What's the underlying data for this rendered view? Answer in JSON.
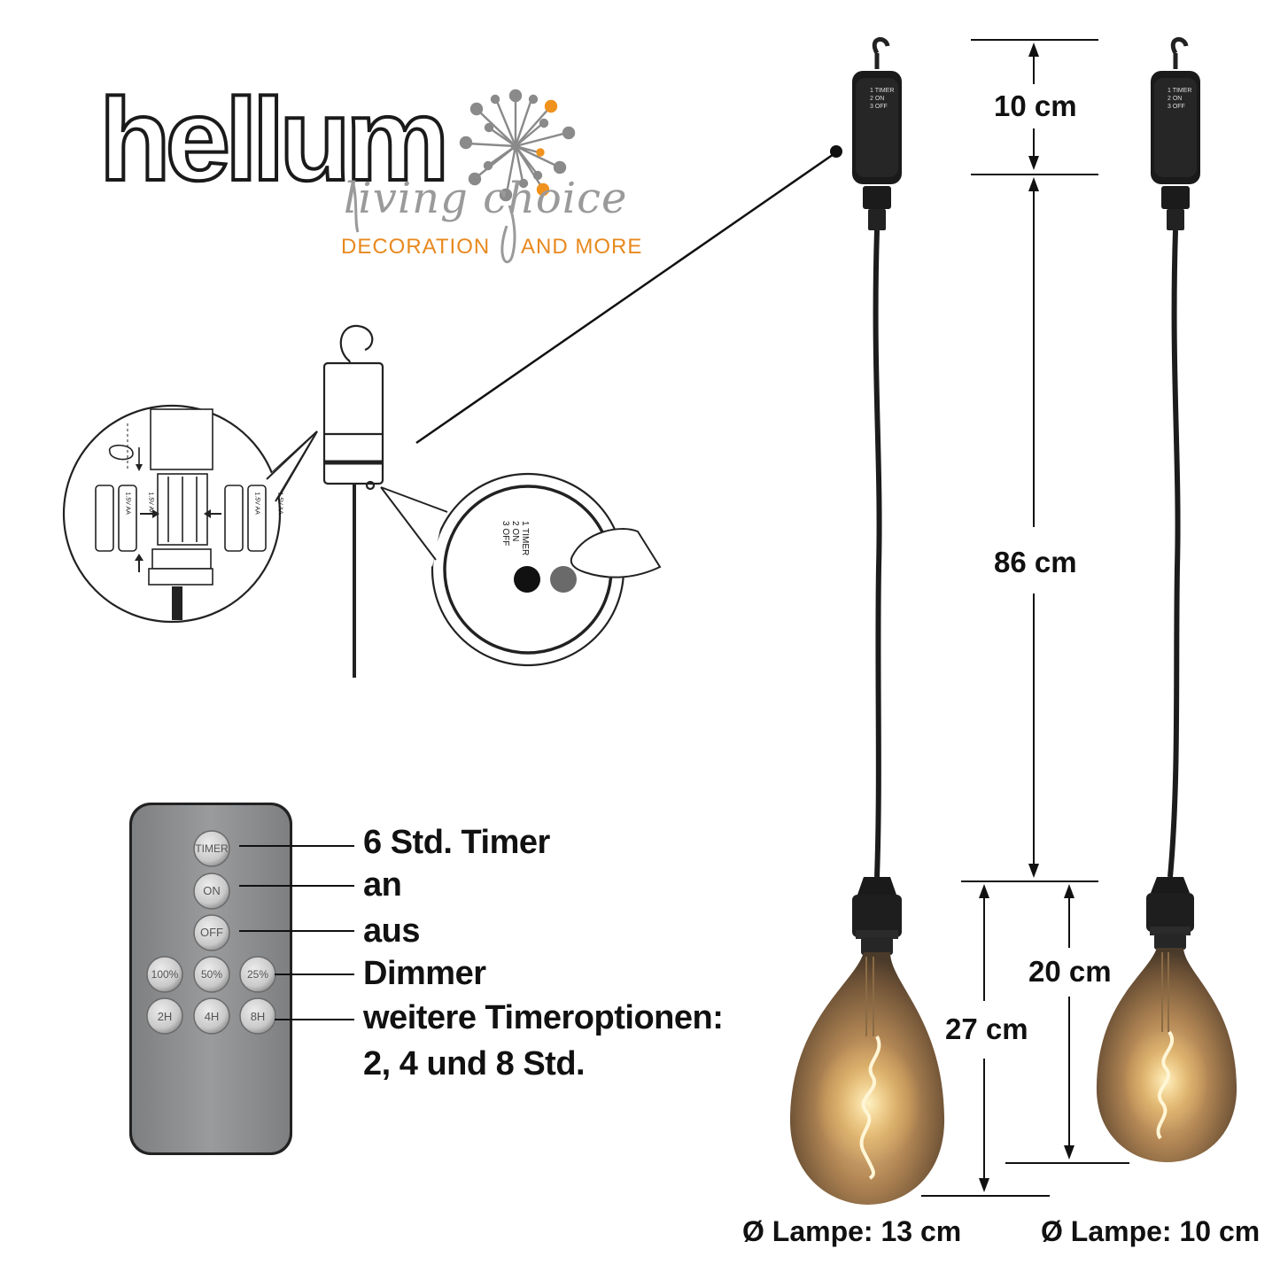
{
  "brand": {
    "name": "hellum",
    "script": "living choice",
    "tagline_left": "DECORATION",
    "tagline_right": "AND MORE",
    "accent_color": "#f0921e"
  },
  "switch": {
    "line1": "1 TIMER",
    "line2": "2 ON",
    "line3": "3 OFF"
  },
  "battery_label": "1.5V AA",
  "remote": {
    "buttons": {
      "timer": "TIMER",
      "on": "ON",
      "off": "OFF",
      "p100": "100%",
      "p50": "50%",
      "p25": "25%",
      "h2": "2H",
      "h4": "4H",
      "h8": "8H"
    },
    "body_color": "#8c8e90"
  },
  "features": {
    "timer": "6 Std. Timer",
    "on": "an",
    "off": "aus",
    "dimmer": "Dimmer",
    "more_timer": "weitere Timeroptionen:",
    "more_timer_values": "2, 4 und 8 Std."
  },
  "dimensions": {
    "box_height": "10 cm",
    "cable_length": "86 cm",
    "lamp_large_height": "27 cm",
    "lamp_small_height": "20 cm",
    "lamp_large_diameter": "Ø Lampe: 13 cm",
    "lamp_small_diameter": "Ø Lampe: 10 cm"
  }
}
